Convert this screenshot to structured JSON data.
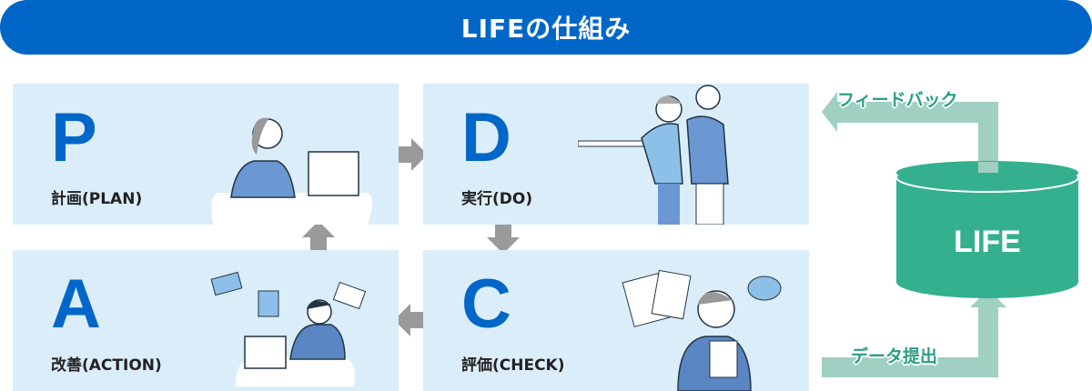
{
  "title": "LIFEの仕組み",
  "cycle": [
    {
      "letter": "P",
      "label": "計画(PLAN)"
    },
    {
      "letter": "D",
      "label": "実行(DO)"
    },
    {
      "letter": "C",
      "label": "評価(CHECK)"
    },
    {
      "letter": "A",
      "label": "改善(ACTION)"
    }
  ],
  "life": {
    "label": "LIFE",
    "feedback_label": "フィードバック",
    "submit_label": "データ提出"
  },
  "colors": {
    "accent": "#0067c9",
    "box": "#dcedfa",
    "arrow": "#9a9a9a",
    "life": "#34b08f",
    "life_arrow": "#9fd0c1"
  }
}
